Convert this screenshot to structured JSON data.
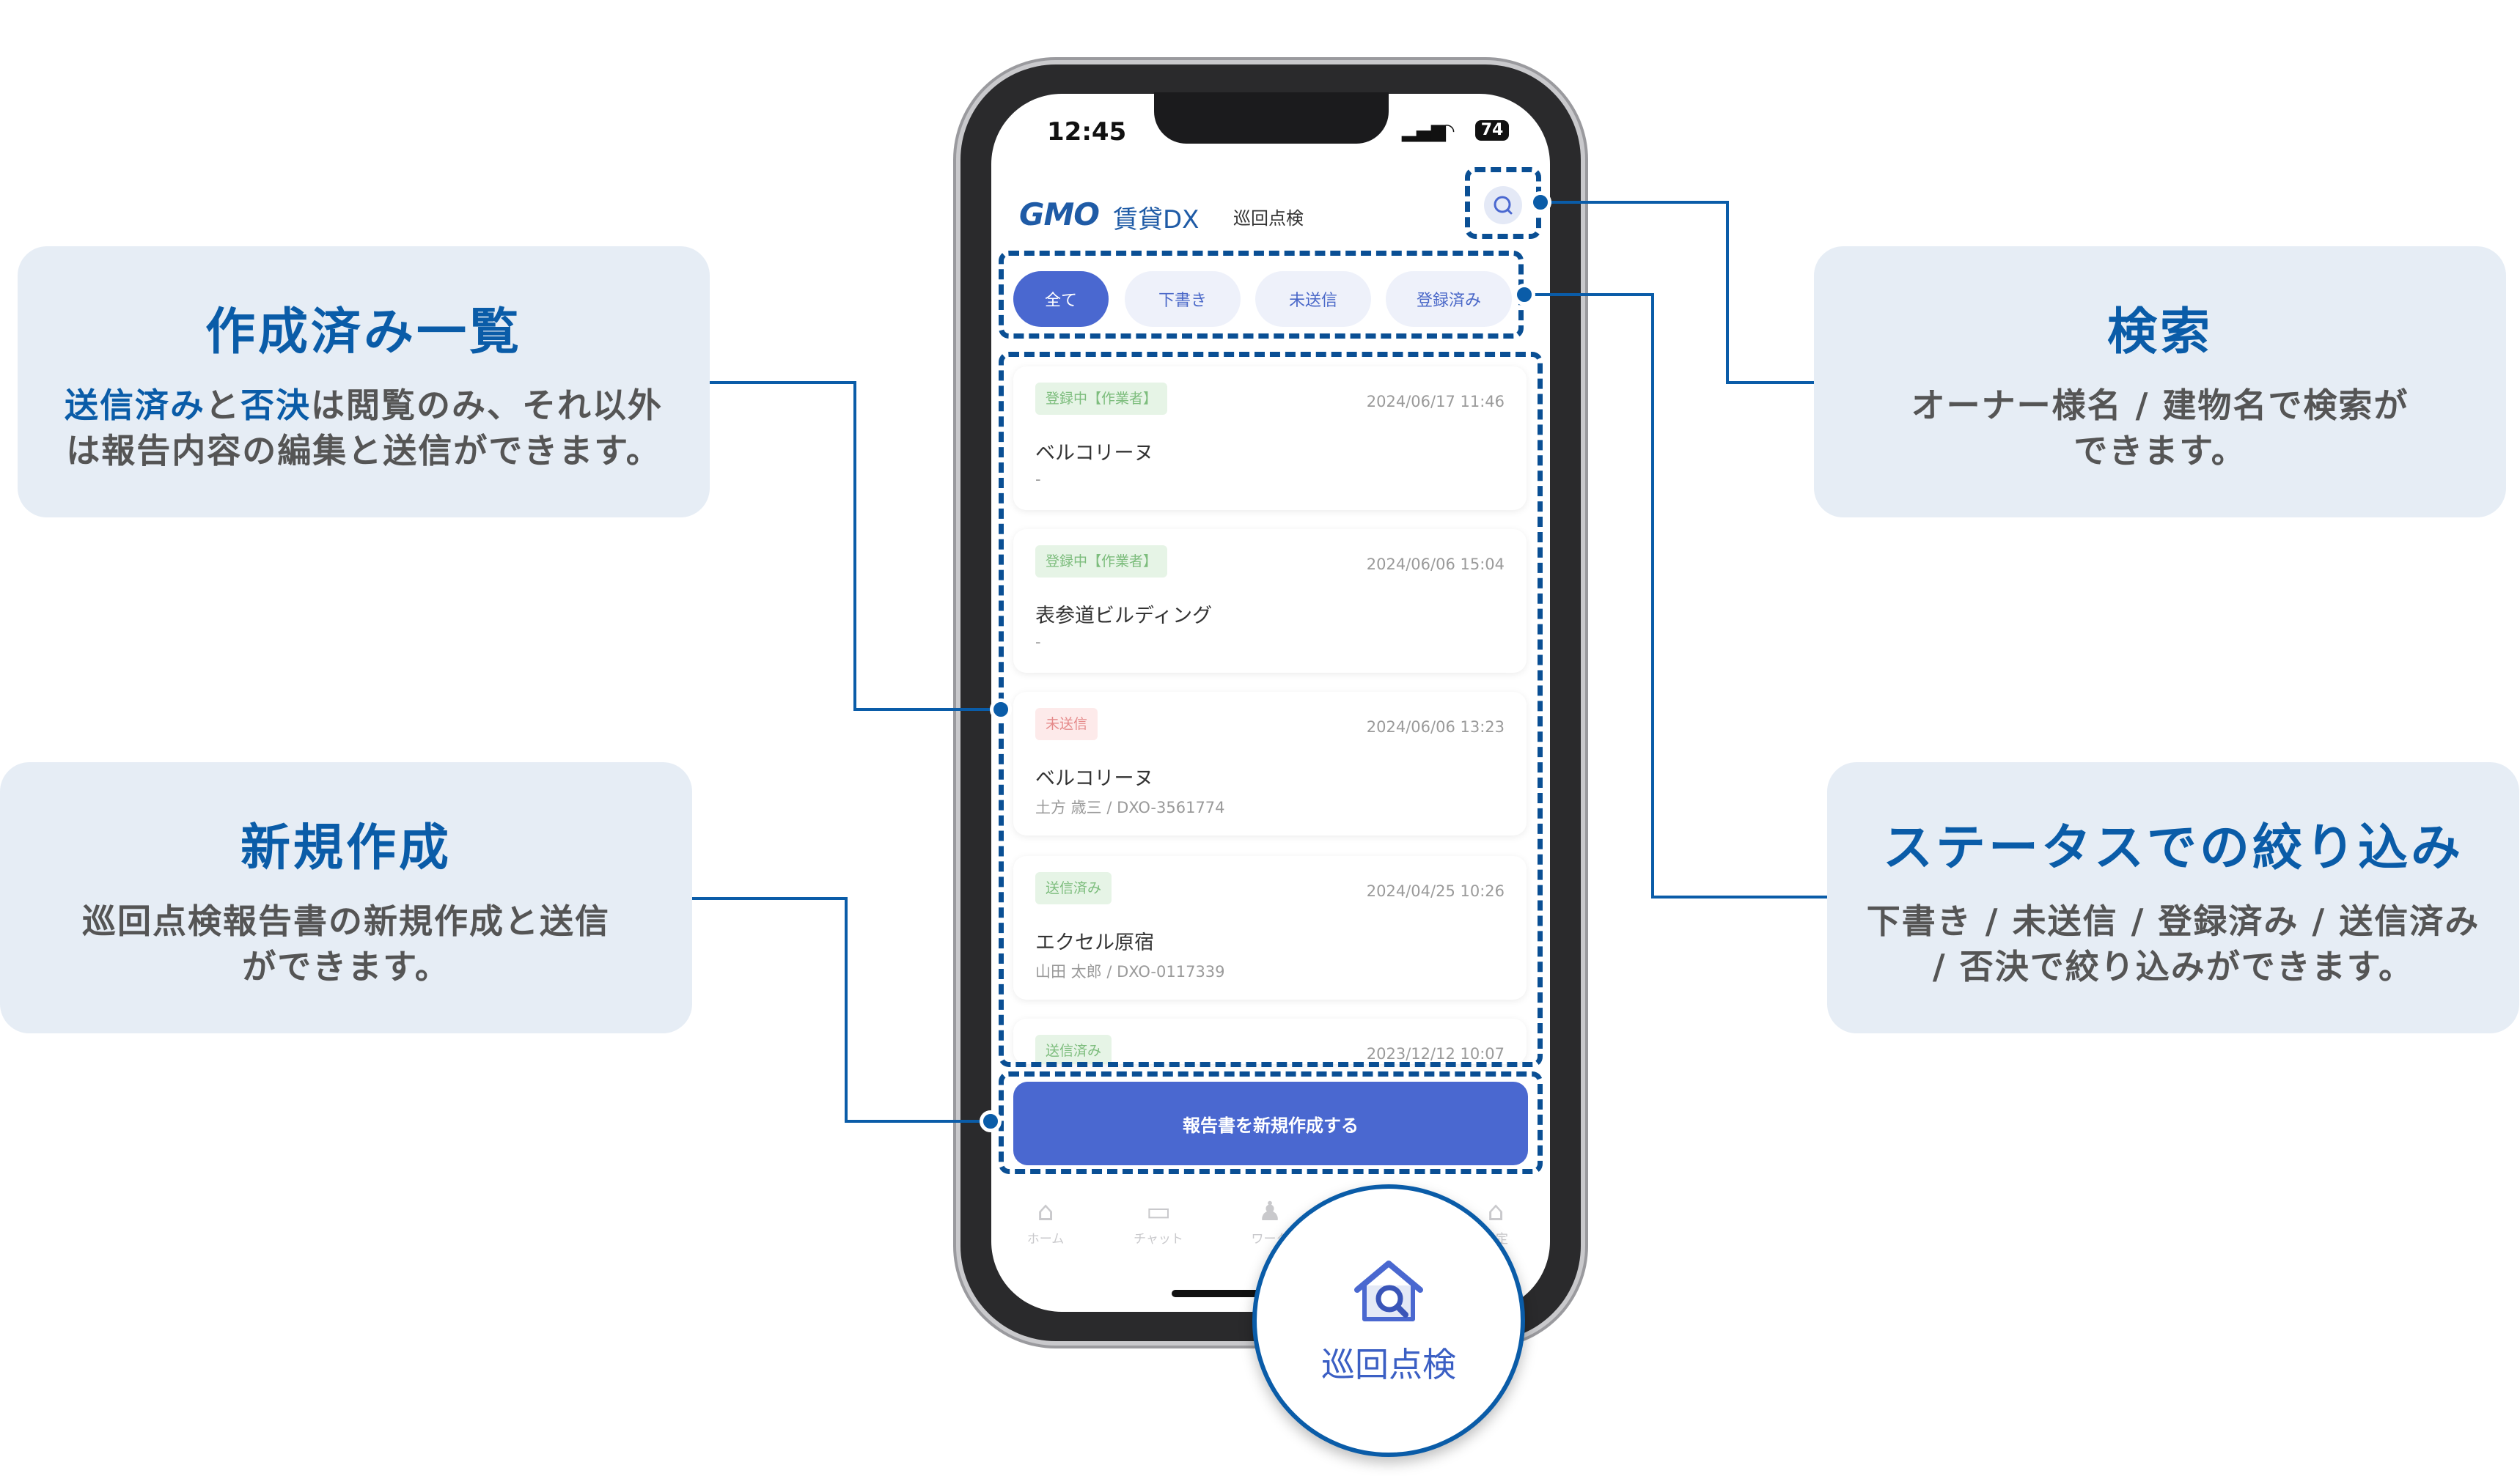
{
  "callouts": {
    "list": {
      "title": "作成済み一覧",
      "desc_hl1": "送信済み",
      "desc_mid1": "と",
      "desc_hl2": "否決",
      "desc_rest": "は閲覧のみ、それ以外",
      "desc_line2": "は報告内容の編集と送信ができます。"
    },
    "create": {
      "title": "新規作成",
      "desc_line1": "巡回点検報告書の新規作成と送信",
      "desc_line2": "ができます。"
    },
    "search": {
      "title": "検索",
      "desc_line1": "オーナー様名 / 建物名で検索が",
      "desc_line2": "できます。"
    },
    "filter": {
      "title": "ステータスでの絞り込み",
      "desc_line1": "下書き / 未送信 / 登録済み / 送信済み",
      "desc_line2": "/ 否決で絞り込みができます。"
    }
  },
  "status_bar": {
    "time": "12:45",
    "battery": "74"
  },
  "header": {
    "logo": "GMO",
    "logo_sub": "賃貸DX",
    "title": "巡回点検"
  },
  "tabs": [
    "全て",
    "下書き",
    "未送信",
    "登録済み"
  ],
  "cards": [
    {
      "badge": "登録中【作業者】",
      "date": "2024/06/17 11:46",
      "name": "ベルコリーヌ",
      "sub": "-"
    },
    {
      "badge": "登録中【作業者】",
      "date": "2024/06/06 15:04",
      "name": "表参道ビルディング",
      "sub": "-"
    },
    {
      "badge": "未送信",
      "date": "2024/06/06 13:23",
      "name": "ベルコリーヌ",
      "sub": "土方 歳三 / DXO-3561774"
    },
    {
      "badge": "送信済み",
      "date": "2024/04/25 10:26",
      "name": "エクセル原宿",
      "sub": "山田 太郎 / DXO-0117339"
    },
    {
      "badge": "送信済み",
      "date": "2023/12/12 10:07",
      "name": "",
      "sub": ""
    }
  ],
  "primary_button": "報告書を新規作成する",
  "nav": [
    "ホーム",
    "チャット",
    "ワーク",
    "",
    "設定"
  ],
  "zoom_label": "巡回点検",
  "colors": {
    "accent": "#0a5ca8",
    "primary": "#4a68d0",
    "callout_bg": "#e6edf5"
  }
}
